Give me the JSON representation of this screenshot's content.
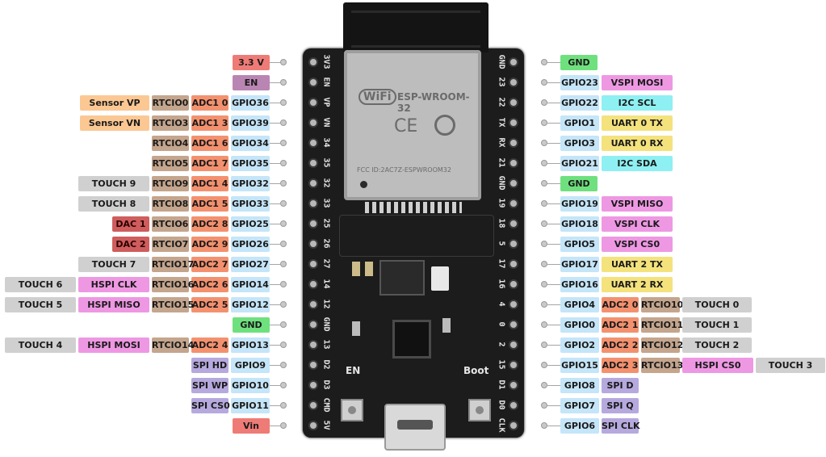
{
  "colors": {
    "power": "#ef7b77",
    "en": "#b985b3",
    "gnd": "#6fe07e",
    "gpio": "#c5e5f8",
    "rtc": "#c4a58d",
    "adc": "#f3916f",
    "sensor": "#fbc894",
    "touch": "#d0d0d0",
    "dac": "#cf5d5d",
    "hspi": "#ee98e3",
    "vspi": "#ee98e3",
    "spi": "#b6a9de",
    "uart": "#f4e27d",
    "i2c": "#8ef0f2",
    "board": "#1c1c1c"
  },
  "board": {
    "module_brand": "WiFi",
    "module_name": "ESP-WROOM-32",
    "ce_mark": "CE",
    "fcc_text": "FCC ID:2AC7Z-ESPWROOM32",
    "button_en": "EN",
    "button_boot": "Boot"
  },
  "left_pins": [
    {
      "silk": "3V3",
      "labels": [
        {
          "t": "power",
          "s": "3.3 V"
        }
      ]
    },
    {
      "silk": "EN",
      "labels": [
        {
          "t": "en",
          "s": "EN"
        }
      ]
    },
    {
      "silk": "VP",
      "labels": [
        {
          "t": "sensor",
          "s": "Sensor VP"
        },
        {
          "t": "rtc",
          "s": "RTCIO0"
        },
        {
          "t": "adc",
          "s": "ADC1 0"
        },
        {
          "t": "gpio",
          "s": "GPIO36"
        }
      ]
    },
    {
      "silk": "VN",
      "labels": [
        {
          "t": "sensor",
          "s": "Sensor VN"
        },
        {
          "t": "rtc",
          "s": "RTCIO3"
        },
        {
          "t": "adc",
          "s": "ADC1 3"
        },
        {
          "t": "gpio",
          "s": "GPIO39"
        }
      ]
    },
    {
      "silk": "34",
      "labels": [
        {
          "t": "rtc",
          "s": "RTCIO4"
        },
        {
          "t": "adc",
          "s": "ADC1 6"
        },
        {
          "t": "gpio",
          "s": "GPIO34"
        }
      ]
    },
    {
      "silk": "35",
      "labels": [
        {
          "t": "rtc",
          "s": "RTCIO5"
        },
        {
          "t": "adc",
          "s": "ADC1 7"
        },
        {
          "t": "gpio",
          "s": "GPIO35"
        }
      ]
    },
    {
      "silk": "32",
      "labels": [
        {
          "t": "touch",
          "s": "TOUCH 9"
        },
        {
          "t": "rtc",
          "s": "RTCIO9"
        },
        {
          "t": "adc",
          "s": "ADC1 4"
        },
        {
          "t": "gpio",
          "s": "GPIO32"
        }
      ]
    },
    {
      "silk": "33",
      "labels": [
        {
          "t": "touch",
          "s": "TOUCH 8"
        },
        {
          "t": "rtc",
          "s": "RTCIO8"
        },
        {
          "t": "adc",
          "s": "ADC1 5"
        },
        {
          "t": "gpio",
          "s": "GPIO33"
        }
      ]
    },
    {
      "silk": "25",
      "labels": [
        {
          "t": "dac",
          "s": "DAC 1"
        },
        {
          "t": "rtc",
          "s": "RTCIO6"
        },
        {
          "t": "adc",
          "s": "ADC2 8"
        },
        {
          "t": "gpio",
          "s": "GPIO25"
        }
      ]
    },
    {
      "silk": "26",
      "labels": [
        {
          "t": "dac",
          "s": "DAC 2"
        },
        {
          "t": "rtc",
          "s": "RTCIO7"
        },
        {
          "t": "adc",
          "s": "ADC2 9"
        },
        {
          "t": "gpio",
          "s": "GPIO26"
        }
      ]
    },
    {
      "silk": "27",
      "labels": [
        {
          "t": "touch",
          "s": "TOUCH 7"
        },
        {
          "t": "rtc",
          "s": "RTCIO17"
        },
        {
          "t": "adc",
          "s": "ADC2 7"
        },
        {
          "t": "gpio",
          "s": "GPIO27"
        }
      ]
    },
    {
      "silk": "14",
      "labels": [
        {
          "t": "touch",
          "s": "TOUCH 6"
        },
        {
          "t": "hspi",
          "s": "HSPI CLK"
        },
        {
          "t": "rtc",
          "s": "RTCIO16"
        },
        {
          "t": "adc",
          "s": "ADC2 6"
        },
        {
          "t": "gpio",
          "s": "GPIO14"
        }
      ]
    },
    {
      "silk": "12",
      "labels": [
        {
          "t": "touch",
          "s": "TOUCH 5"
        },
        {
          "t": "hspi",
          "s": "HSPI MISO"
        },
        {
          "t": "rtc",
          "s": "RTCIO15"
        },
        {
          "t": "adc",
          "s": "ADC2 5"
        },
        {
          "t": "gpio",
          "s": "GPIO12"
        }
      ]
    },
    {
      "silk": "GND",
      "labels": [
        {
          "t": "gnd",
          "s": "GND"
        }
      ]
    },
    {
      "silk": "13",
      "labels": [
        {
          "t": "touch",
          "s": "TOUCH 4"
        },
        {
          "t": "hspi",
          "s": "HSPI MOSI"
        },
        {
          "t": "rtc",
          "s": "RTCIO14"
        },
        {
          "t": "adc",
          "s": "ADC2 4"
        },
        {
          "t": "gpio",
          "s": "GPIO13"
        }
      ]
    },
    {
      "silk": "D2",
      "labels": [
        {
          "t": "spi",
          "s": "SPI HD"
        },
        {
          "t": "gpio",
          "s": "GPIO9"
        }
      ]
    },
    {
      "silk": "D3",
      "labels": [
        {
          "t": "spi",
          "s": "SPI WP"
        },
        {
          "t": "gpio",
          "s": "GPIO10"
        }
      ]
    },
    {
      "silk": "CMD",
      "labels": [
        {
          "t": "spi",
          "s": "SPI CS0"
        },
        {
          "t": "gpio",
          "s": "GPIO11"
        }
      ]
    },
    {
      "silk": "5V",
      "labels": [
        {
          "t": "power",
          "s": "Vin"
        }
      ]
    }
  ],
  "right_pins": [
    {
      "silk": "GND",
      "labels": [
        {
          "t": "gnd",
          "s": "GND"
        }
      ]
    },
    {
      "silk": "23",
      "labels": [
        {
          "t": "gpio",
          "s": "GPIO23"
        },
        {
          "t": "vspi",
          "s": "VSPI MOSI"
        }
      ]
    },
    {
      "silk": "22",
      "labels": [
        {
          "t": "gpio",
          "s": "GPIO22"
        },
        {
          "t": "i2c",
          "s": "I2C SCL"
        }
      ]
    },
    {
      "silk": "TX",
      "labels": [
        {
          "t": "gpio",
          "s": "GPIO1"
        },
        {
          "t": "uart",
          "s": "UART 0 TX"
        }
      ]
    },
    {
      "silk": "RX",
      "labels": [
        {
          "t": "gpio",
          "s": "GPIO3"
        },
        {
          "t": "uart",
          "s": "UART 0 RX"
        }
      ]
    },
    {
      "silk": "21",
      "labels": [
        {
          "t": "gpio",
          "s": "GPIO21"
        },
        {
          "t": "i2c",
          "s": "I2C SDA"
        }
      ]
    },
    {
      "silk": "GND",
      "labels": [
        {
          "t": "gnd",
          "s": "GND"
        }
      ]
    },
    {
      "silk": "19",
      "labels": [
        {
          "t": "gpio",
          "s": "GPIO19"
        },
        {
          "t": "vspi",
          "s": "VSPI MISO"
        }
      ]
    },
    {
      "silk": "18",
      "labels": [
        {
          "t": "gpio",
          "s": "GPIO18"
        },
        {
          "t": "vspi",
          "s": "VSPI CLK"
        }
      ]
    },
    {
      "silk": "5",
      "labels": [
        {
          "t": "gpio",
          "s": "GPIO5"
        },
        {
          "t": "vspi",
          "s": "VSPI CS0"
        }
      ]
    },
    {
      "silk": "17",
      "labels": [
        {
          "t": "gpio",
          "s": "GPIO17"
        },
        {
          "t": "uart",
          "s": "UART 2 TX"
        }
      ]
    },
    {
      "silk": "16",
      "labels": [
        {
          "t": "gpio",
          "s": "GPIO16"
        },
        {
          "t": "uart",
          "s": "UART 2 RX"
        }
      ]
    },
    {
      "silk": "4",
      "labels": [
        {
          "t": "gpio",
          "s": "GPIO4"
        },
        {
          "t": "adc",
          "s": "ADC2 0"
        },
        {
          "t": "rtc",
          "s": "RTCIO10"
        },
        {
          "t": "touch",
          "s": "TOUCH 0"
        }
      ]
    },
    {
      "silk": "0",
      "labels": [
        {
          "t": "gpio",
          "s": "GPIO0"
        },
        {
          "t": "adc",
          "s": "ADC2 1"
        },
        {
          "t": "rtc",
          "s": "RTCIO11"
        },
        {
          "t": "touch",
          "s": "TOUCH 1"
        }
      ]
    },
    {
      "silk": "2",
      "labels": [
        {
          "t": "gpio",
          "s": "GPIO2"
        },
        {
          "t": "adc",
          "s": "ADC2 2"
        },
        {
          "t": "rtc",
          "s": "RTCIO12"
        },
        {
          "t": "touch",
          "s": "TOUCH 2"
        }
      ]
    },
    {
      "silk": "15",
      "labels": [
        {
          "t": "gpio",
          "s": "GPIO15"
        },
        {
          "t": "adc",
          "s": "ADC2 3"
        },
        {
          "t": "rtc",
          "s": "RTCIO13"
        },
        {
          "t": "hspi",
          "s": "HSPI CS0"
        },
        {
          "t": "touch",
          "s": "TOUCH 3"
        }
      ]
    },
    {
      "silk": "D1",
      "labels": [
        {
          "t": "gpio",
          "s": "GPIO8"
        },
        {
          "t": "spi",
          "s": "SPI D"
        }
      ]
    },
    {
      "silk": "D0",
      "labels": [
        {
          "t": "gpio",
          "s": "GPIO7"
        },
        {
          "t": "spi",
          "s": "SPI Q"
        }
      ]
    },
    {
      "silk": "CLK",
      "labels": [
        {
          "t": "gpio",
          "s": "GPIO6"
        },
        {
          "t": "spi",
          "s": "SPI CLK"
        }
      ]
    }
  ]
}
